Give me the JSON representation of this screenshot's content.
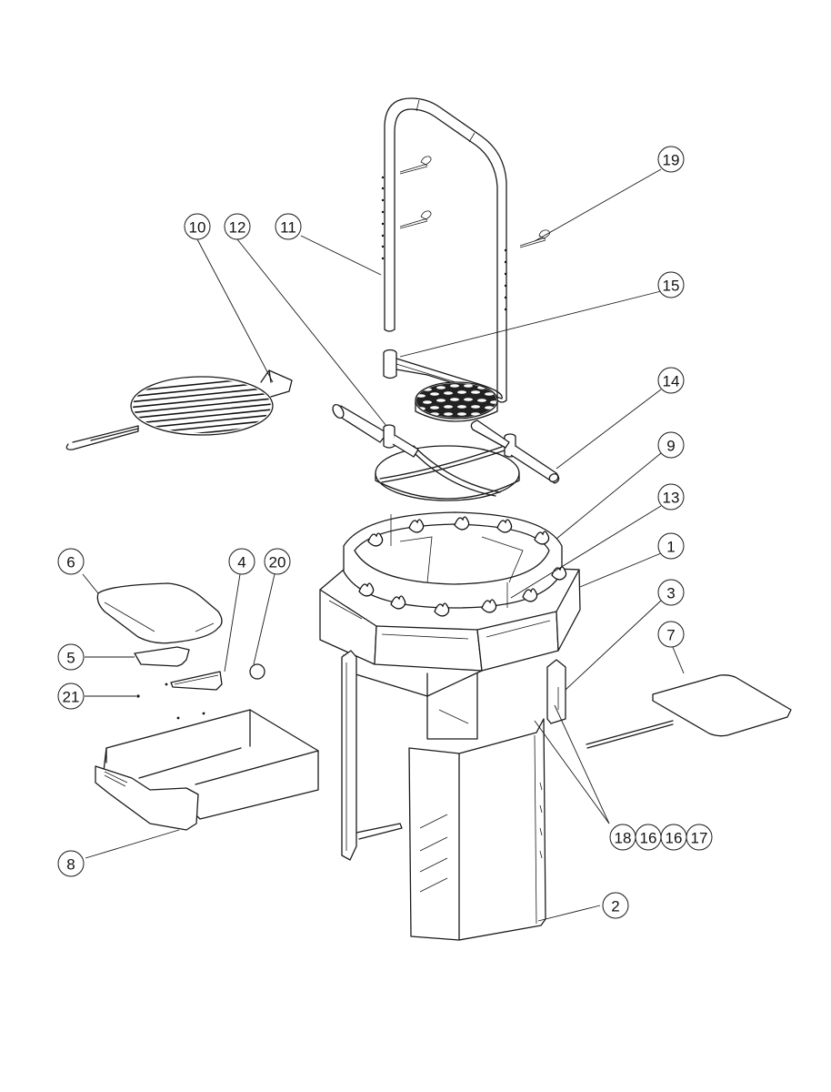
{
  "diagram": {
    "type": "exploded-parts-diagram",
    "subject": "fire pit / grill assembly",
    "colors": {
      "line": "#1a1a1a",
      "background": "#ffffff"
    }
  },
  "callouts": [
    {
      "id": "1",
      "label": "1",
      "part": "octagonal fire bowl body"
    },
    {
      "id": "2",
      "label": "2",
      "part": "front leg panel"
    },
    {
      "id": "3",
      "label": "3",
      "part": "leg bracket"
    },
    {
      "id": "4",
      "label": "4",
      "part": "side table bracket"
    },
    {
      "id": "5",
      "label": "5",
      "part": "side table bracket"
    },
    {
      "id": "6",
      "label": "6",
      "part": "side table top"
    },
    {
      "id": "7",
      "label": "7",
      "part": "ash tray / shovel"
    },
    {
      "id": "8",
      "label": "8",
      "part": "storage tray"
    },
    {
      "id": "9",
      "label": "9",
      "part": "flame spark guard ring"
    },
    {
      "id": "10",
      "label": "10",
      "part": "round grill grate with handle"
    },
    {
      "id": "11",
      "label": "11",
      "part": "vertical support frame"
    },
    {
      "id": "12",
      "label": "12",
      "part": "grate holder collar"
    },
    {
      "id": "13",
      "label": "13",
      "part": "ring connector"
    },
    {
      "id": "14",
      "label": "14",
      "part": "support handle tube"
    },
    {
      "id": "15",
      "label": "15",
      "part": "swing arm"
    },
    {
      "id": "16a",
      "label": "16",
      "part": "fastener"
    },
    {
      "id": "16b",
      "label": "16",
      "part": "fastener"
    },
    {
      "id": "17",
      "label": "17",
      "part": "fastener"
    },
    {
      "id": "18",
      "label": "18",
      "part": "bolt"
    },
    {
      "id": "19",
      "label": "19",
      "part": "cotter pin"
    },
    {
      "id": "20",
      "label": "20",
      "part": "cap"
    },
    {
      "id": "21",
      "label": "21",
      "part": "screw"
    }
  ]
}
